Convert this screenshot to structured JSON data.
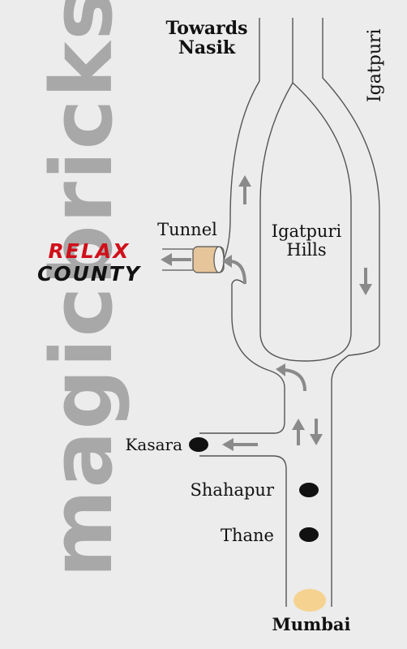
{
  "watermark": {
    "text": "magicbricks",
    "color": "#a8a8a8"
  },
  "labels": {
    "towards_line1": "Towards",
    "towards_line2": "Nasik",
    "igatpuri": "Igatpuri",
    "tunnel": "Tunnel",
    "hills_line1": "Igatpuri",
    "hills_line2": "Hills",
    "kasara": "Kasara",
    "shahapur": "Shahapur",
    "thane": "Thane",
    "mumbai": "Mumbai"
  },
  "logo": {
    "line1": "RELAX",
    "line2": "COUNTY",
    "color1": "#d0101a",
    "color2": "#111111"
  },
  "colors": {
    "background": "#ececec",
    "road_edge": "#555555",
    "road_fill": "#f3f3f3",
    "arrow": "#8a8a8a",
    "station_dot": "#111111",
    "destination_dot": "#f5d28f",
    "tunnel_fill": "#e6c59b"
  }
}
